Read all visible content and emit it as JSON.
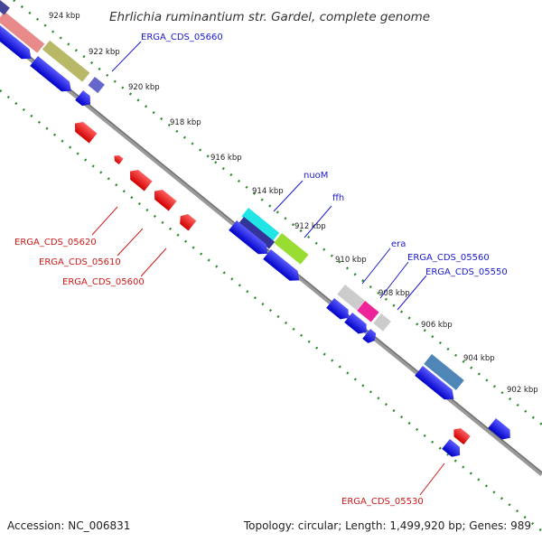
{
  "title": "Ehrlichia ruminantium str. Gardel, complete genome",
  "footer": {
    "accession": "Accession: NC_006831",
    "summary": "Topology: circular; Length: 1,499,920 bp; Genes: 989"
  },
  "ticks": [
    "924 kbp",
    "922 kbp",
    "920 kbp",
    "918 kbp",
    "916 kbp",
    "914 kbp",
    "912 kbp",
    "910 kbp",
    "908 kbp",
    "906 kbp",
    "904 kbp",
    "902 kbp"
  ],
  "labels": {
    "erga_05660": "ERGA_CDS_05660",
    "nuoM": "nuoM",
    "ffh": "ffh",
    "era": "era",
    "erga_05560": "ERGA_CDS_05560",
    "erga_05550": "ERGA_CDS_05550",
    "erga_05620": "ERGA_CDS_05620",
    "erga_05610": "ERGA_CDS_05610",
    "erga_05600": "ERGA_CDS_05600",
    "erga_05530": "ERGA_CDS_05530"
  },
  "colors": {
    "forward_label": "#1a1acc",
    "reverse_label": "#cc1a1a",
    "cds": "#1010e0",
    "rna": "#ff1a1a",
    "backbone": "#888888",
    "tick_dots": "#2a8a2a"
  }
}
